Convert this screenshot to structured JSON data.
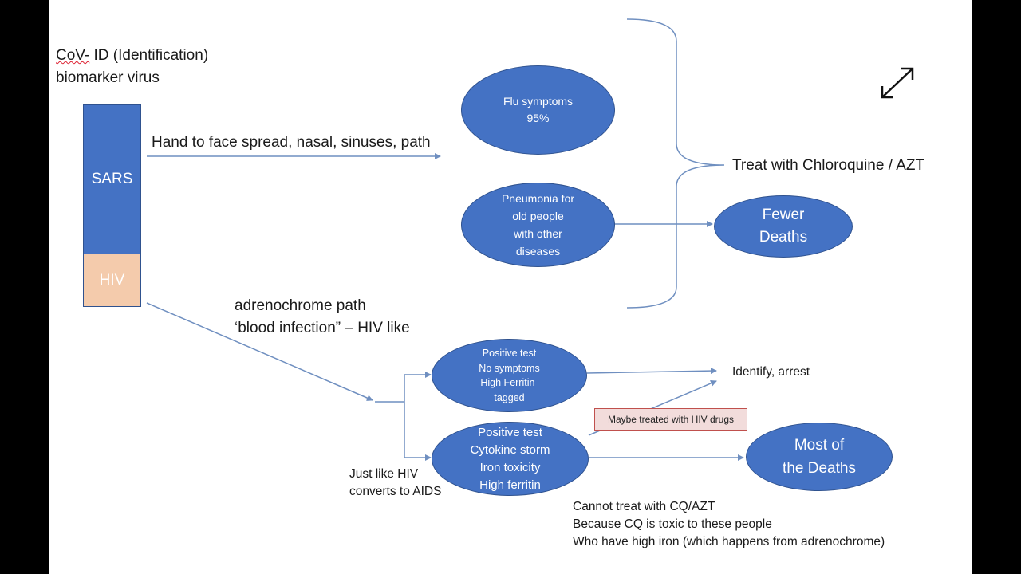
{
  "title": {
    "line1_prefix": "CoV-",
    "line1_rest": " ID (Identification)",
    "line2": "biomarker virus"
  },
  "bar": {
    "sars": "SARS",
    "hiv": "HIV"
  },
  "labels": {
    "hand_to_face": "Hand to face spread, nasal, sinuses,  path",
    "adreno_line1": "adrenochrome path",
    "adreno_line2": "‘blood infection” – HIV like",
    "treat": "Treat with Chloroquine / AZT",
    "identify": "Identify, arrest",
    "just_like_1": "Just like HIV",
    "just_like_2": "converts to AIDS",
    "cannot_1": "Cannot treat with CQ/AZT",
    "cannot_2": "Because CQ is toxic to these people",
    "cannot_3": "Who have high iron (which happens from adrenochrome)",
    "maybe": "Maybe treated with HIV drugs"
  },
  "nodes": {
    "flu": "Flu symptoms\n95%",
    "pneumonia": "Pneumonia for\nold people\nwith other\ndiseases",
    "fewer": "Fewer\nDeaths",
    "positive_no": "Positive test\nNo symptoms\nHigh Ferritin-\ntagged",
    "positive_cyto": "Positive test\nCytokine storm\nIron toxicity\nHigh ferritin",
    "most": "Most of\nthe Deaths"
  },
  "colors": {
    "node_fill": "#4472c4",
    "node_border": "#2f528f",
    "hiv_fill": "#f4cbac",
    "callout_fill": "#f2dcdb",
    "callout_border": "#c0504d",
    "connector": "#6f8fc0"
  },
  "icons": {
    "expand": "expand-arrows-icon"
  }
}
